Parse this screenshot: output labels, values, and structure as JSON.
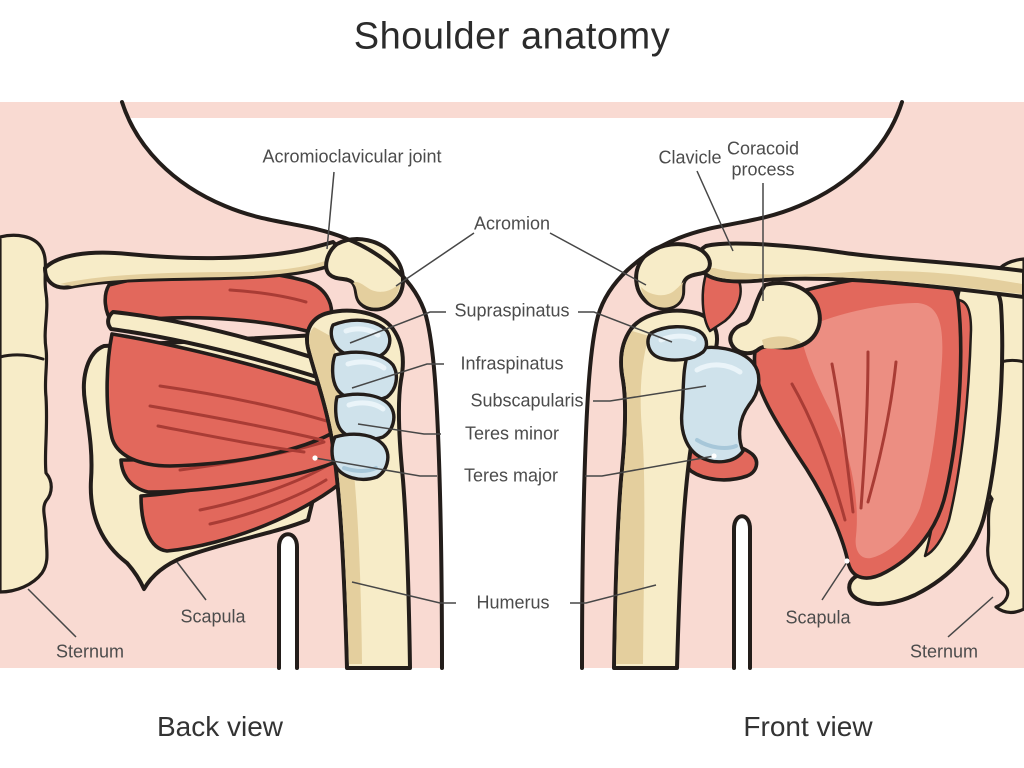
{
  "title": "Shoulder anatomy",
  "views": {
    "back": "Back view",
    "front": "Front view"
  },
  "labels": {
    "acromioclavicular_joint": "Acromioclavicular joint",
    "acromion": "Acromion",
    "supraspinatus": "Supraspinatus",
    "infraspinatus": "Infraspinatus",
    "subscapularis": "Subscapularis",
    "teres_minor": "Teres minor",
    "teres_major": "Teres major",
    "humerus": "Humerus",
    "clavicle": "Clavicle",
    "coracoid_process": "Coracoid process",
    "scapula_back": "Scapula",
    "sternum_back": "Sternum",
    "scapula_front": "Scapula",
    "sternum_front": "Sternum"
  },
  "colors": {
    "skin": "#f9dad2",
    "bone": "#f7ecc8",
    "bone_shade": "#e4cf9e",
    "muscle": "#e2685c",
    "muscle_dark": "#a93c35",
    "muscle_light": "#ec8e82",
    "tendon": "#cfe2eb",
    "tendon_shade": "#a7c7d9",
    "tendon_light": "#eaf4f9",
    "outline": "#231d1a",
    "leader": "#474747",
    "label": "#4c4c4c",
    "title": "#2b2b2b"
  }
}
